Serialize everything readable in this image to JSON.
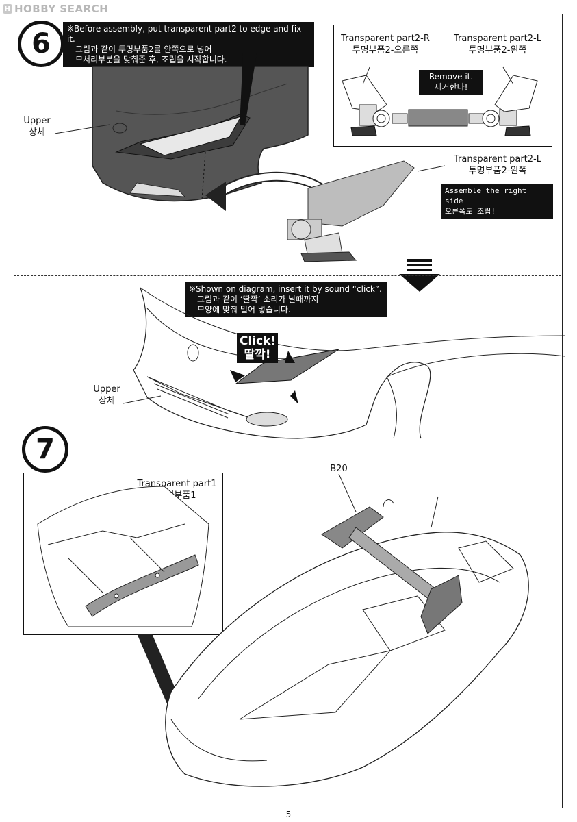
{
  "header": {
    "brand": "HOBBY SEARCH",
    "brand_mark": "H"
  },
  "step6": {
    "number": "6",
    "note": [
      "※Before assembly, put transparent part2 to edge and fix it.",
      "그림과 같이 투명부품2를 안쪽으로 넣어",
      "모서리부분을 맞춰준 후, 조립을 시작합니다."
    ],
    "upper_label": [
      "Upper",
      "상체"
    ],
    "inset": {
      "label_r": [
        "Transparent part2-R",
        "투명부품2-오른쪽"
      ],
      "label_l": [
        "Transparent part2-L",
        "투명부품2-왼쪽"
      ],
      "remove": [
        "Remove it.",
        "제거한다!"
      ]
    },
    "part_label": [
      "Transparent part2-L",
      "투명부품2-왼쪽"
    ],
    "assemble_note": [
      "Assemble the right side",
      "오른쪽도 조립!"
    ]
  },
  "step6b": {
    "note": [
      "※Shown on diagram, insert it by sound “click”.",
      "그림과 같이 ‘딸깍’ 소리가 날때까지",
      "모양에 맞춰 밀어 넣습니다."
    ],
    "click": [
      "Click!",
      "딸깍!"
    ],
    "upper_label": [
      "Upper",
      "상체"
    ]
  },
  "step7": {
    "number": "7",
    "inset_label": [
      "Transparent part1",
      "투명부품1"
    ],
    "part_id": "B20"
  },
  "footer": {
    "page": "5"
  }
}
